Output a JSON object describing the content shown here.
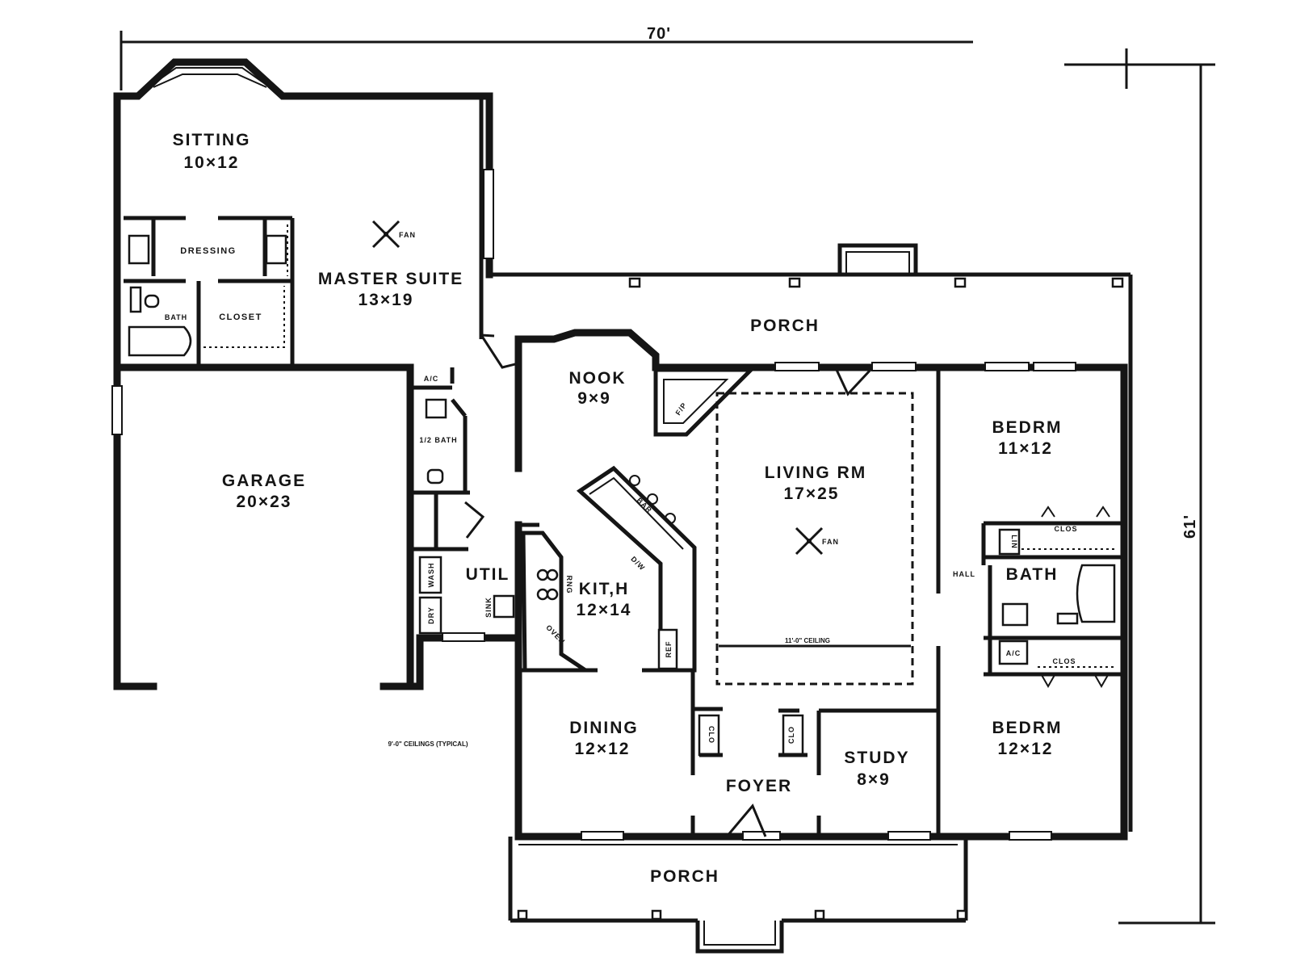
{
  "dimensions": {
    "width": "70'",
    "depth": "61'"
  },
  "notes": {
    "typical_ceiling": "9'-0\" CEILINGS (TYPICAL)",
    "living_ceiling": "11'-0\" CEILING"
  },
  "rooms": {
    "sitting": {
      "name": "SITTING",
      "size": "10×12"
    },
    "master_suite": {
      "name": "MASTER SUITE",
      "size": "13×19"
    },
    "dressing": {
      "name": "DRESSING"
    },
    "master_bath": {
      "name": "BATH"
    },
    "closet": {
      "name": "CLOSET"
    },
    "garage": {
      "name": "GARAGE",
      "size": "20×23"
    },
    "half_bath": {
      "name": "1/2 BATH"
    },
    "ac_top": {
      "name": "A/C"
    },
    "nook": {
      "name": "NOOK",
      "size": "9×9"
    },
    "living": {
      "name": "LIVING RM",
      "size": "17×25"
    },
    "kitchen": {
      "name": "KIT,H",
      "size": "12×14"
    },
    "util": {
      "name": "UTIL"
    },
    "dining": {
      "name": "DINING",
      "size": "12×12"
    },
    "foyer": {
      "name": "FOYER"
    },
    "study": {
      "name": "STUDY",
      "size": "8×9"
    },
    "bedroom_1": {
      "name": "BEDRM",
      "size": "11×12"
    },
    "bedroom_2": {
      "name": "BEDRM",
      "size": "12×12"
    },
    "hall_bath": {
      "name": "BATH"
    },
    "hall": {
      "name": "HALL"
    },
    "rear_porch": {
      "name": "PORCH"
    },
    "front_porch": {
      "name": "PORCH"
    }
  },
  "fixtures": {
    "fan": "FAN",
    "fireplace": "F/P",
    "bar": "BAR",
    "dishwasher": "D/W",
    "refrigerator": "REF",
    "range": "RNG",
    "oven": "OVEN",
    "sink": "SINK",
    "washer": "WASH",
    "dryer": "DRY",
    "linen": "LIN",
    "ac": "A/C",
    "clos": "CLOS",
    "clo": "CLO"
  }
}
